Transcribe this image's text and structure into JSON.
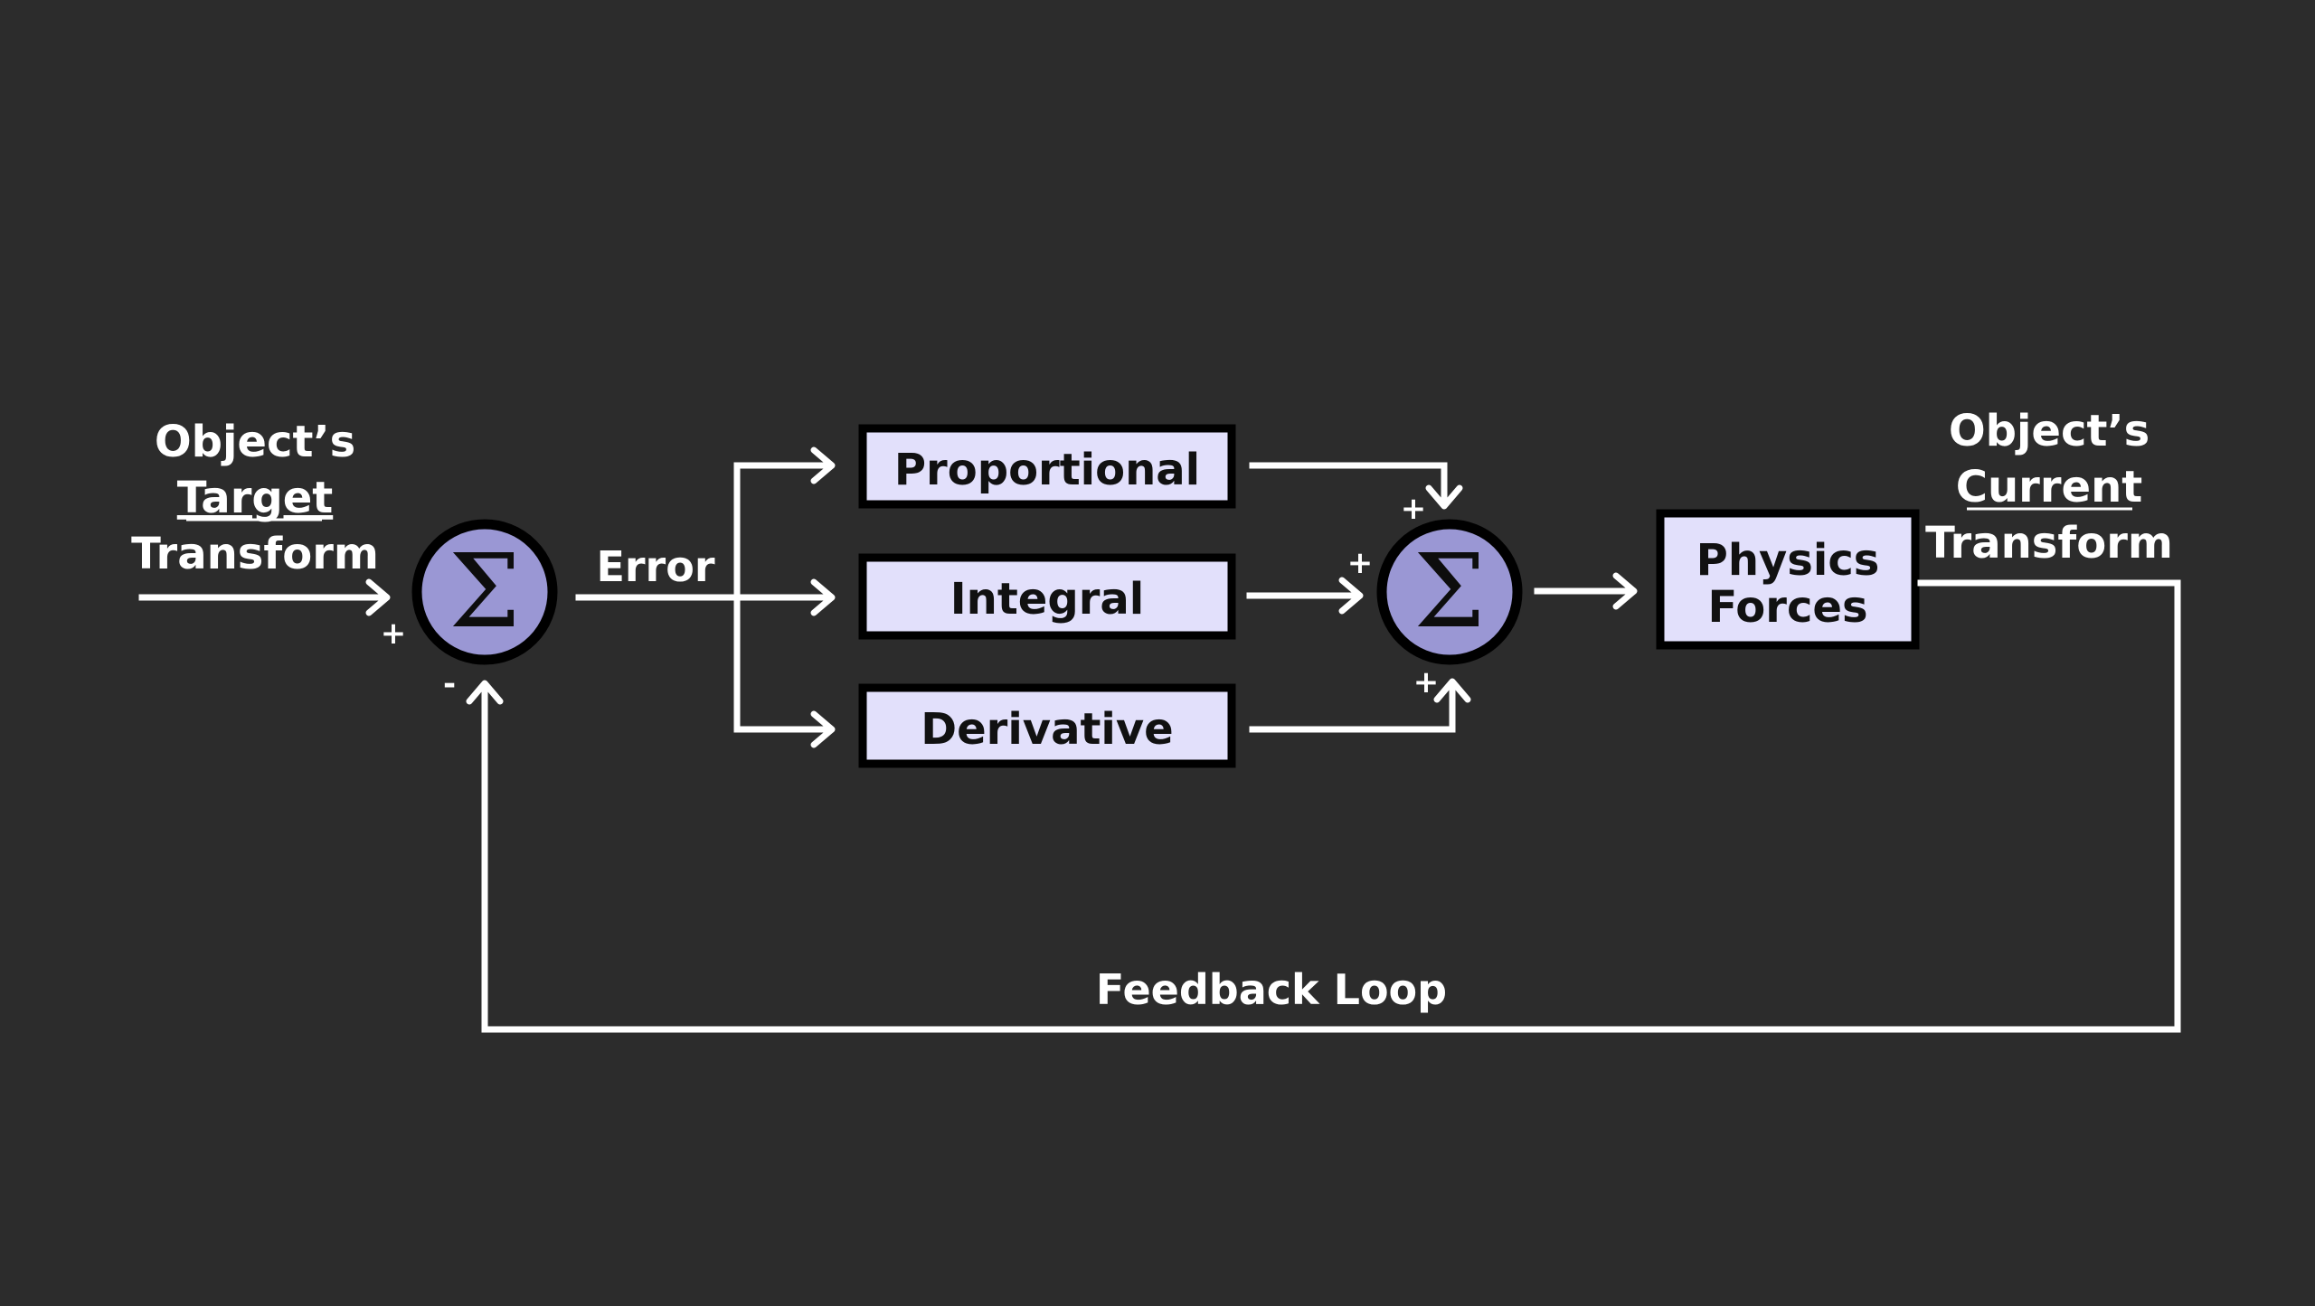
{
  "input_label": {
    "line1": "Object’s",
    "line2": "Target",
    "line3": "Transform"
  },
  "output_label": {
    "line1": "Object’s",
    "line2": "Current",
    "line3": "Transform"
  },
  "error_label": "Error",
  "feedback_label": "Feedback Loop",
  "blocks": {
    "proportional": "Proportional",
    "integral": "Integral",
    "derivative": "Derivative",
    "physics_line1": "Physics",
    "physics_line2": "Forces"
  },
  "summing_junctions": {
    "first": {
      "symbol": "Σ",
      "sign_input": "+",
      "sign_feedback": "-"
    },
    "second": {
      "symbol": "Σ",
      "sign_top": "+",
      "sign_left": "+",
      "sign_bottom": "+"
    }
  },
  "colors": {
    "background": "#2c2c2c",
    "block_fill": "#e2e0fb",
    "junction_fill": "#9a97d4",
    "line": "#ffffff"
  }
}
